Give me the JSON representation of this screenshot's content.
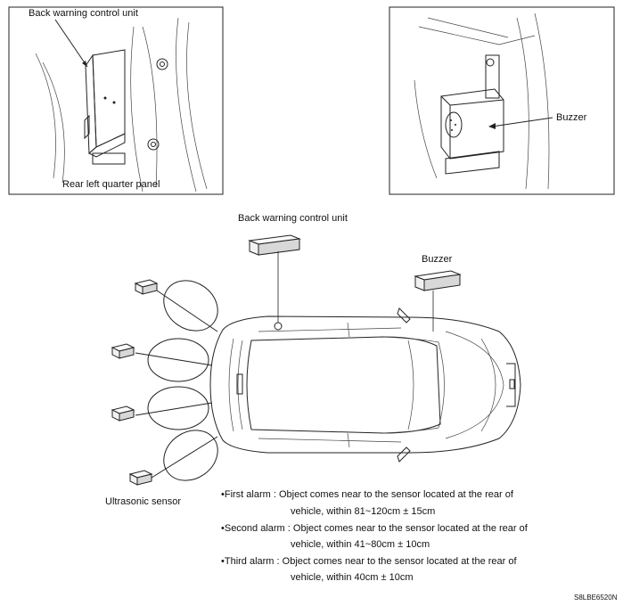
{
  "top_left_panel": {
    "label_unit": "Back warning control unit",
    "caption": "Rear left quarter panel"
  },
  "top_right_panel": {
    "label_buzzer": "Buzzer"
  },
  "main_diagram": {
    "label_control_unit": "Back warning control unit",
    "label_buzzer": "Buzzer",
    "label_sensor": "Ultrasonic sensor"
  },
  "alarms": [
    {
      "name": "First alarm",
      "line1": "•First alarm : Object comes near to the sensor located at the rear of",
      "line2": "vehicle, within 81~120cm ± 15cm"
    },
    {
      "name": "Second alarm",
      "line1": "•Second alarm : Object comes near to the sensor located at the rear of",
      "line2": "vehicle, within 41~80cm ± 10cm"
    },
    {
      "name": "Third alarm",
      "line1": "•Third alarm : Object comes near to the sensor located at the rear of",
      "line2": "vehicle, within 40cm ± 10cm"
    }
  ],
  "figure_code": "S8LBE6520N"
}
